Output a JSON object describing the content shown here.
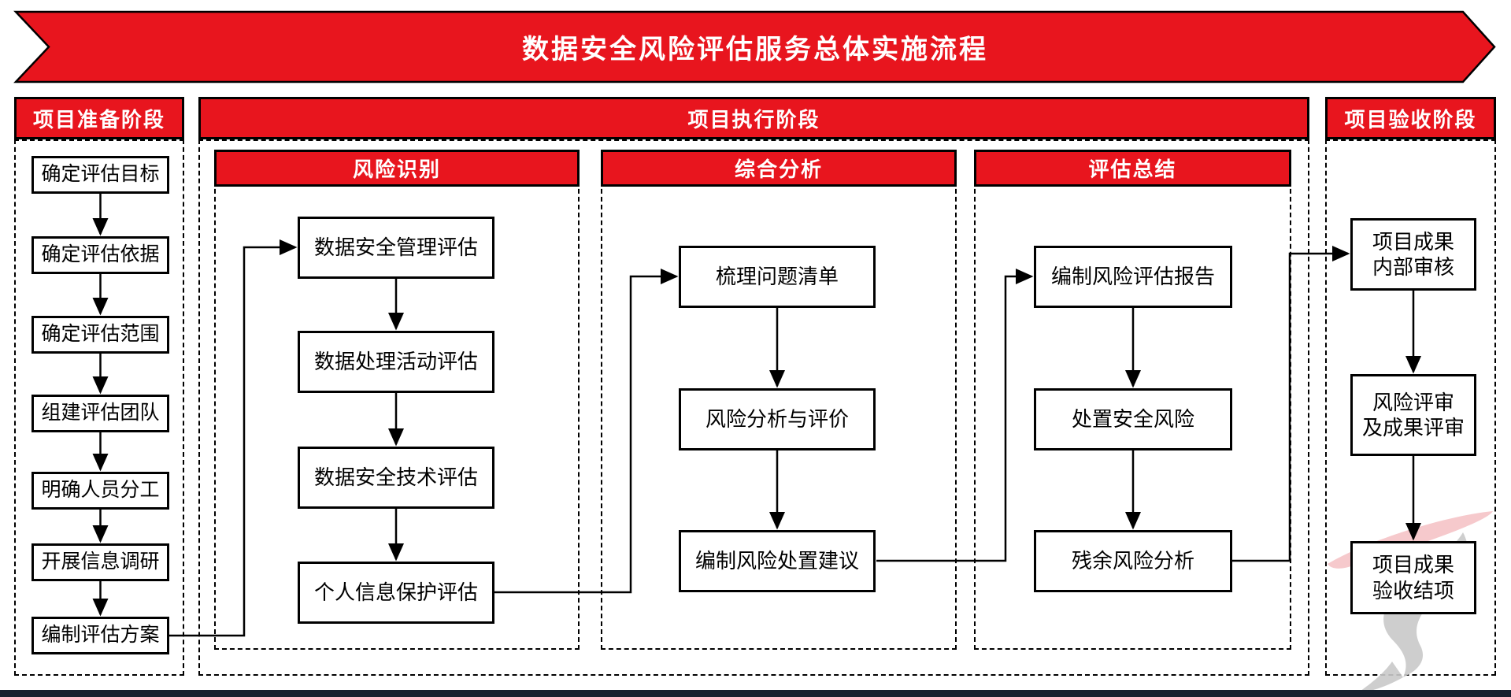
{
  "banner": {
    "title": "数据安全风险评估服务总体实施流程"
  },
  "phases": {
    "prep": {
      "label": "项目准备阶段",
      "steps": [
        "确定评估目标",
        "确定评估依据",
        "确定评估范围",
        "组建评估团队",
        "明确人员分工",
        "开展信息调研",
        "编制评估方案"
      ]
    },
    "exec": {
      "label": "项目执行阶段",
      "groups": [
        {
          "label": "风险识别",
          "steps": [
            "数据安全管理评估",
            "数据处理活动评估",
            "数据安全技术评估",
            "个人信息保护评估"
          ]
        },
        {
          "label": "综合分析",
          "steps": [
            "梳理问题清单",
            "风险分析与评价",
            "编制风险处置建议"
          ]
        },
        {
          "label": "评估总结",
          "steps": [
            "编制风险评估报告",
            "处置安全风险",
            "残余风险分析"
          ]
        }
      ]
    },
    "accept": {
      "label": "项目验收阶段",
      "steps": [
        {
          "line1": "项目成果",
          "line2": "内部审核"
        },
        {
          "line1": "风险评审",
          "line2": "及成果评审"
        },
        {
          "line1": "项目成果",
          "line2": "验收结项"
        }
      ]
    }
  },
  "colors": {
    "accent_red": "#e8151e",
    "line_black": "#000000",
    "footer_bar": "#16202e",
    "watermark_pink": "#f6c6c9",
    "watermark_gray": "#c9c9c9"
  }
}
